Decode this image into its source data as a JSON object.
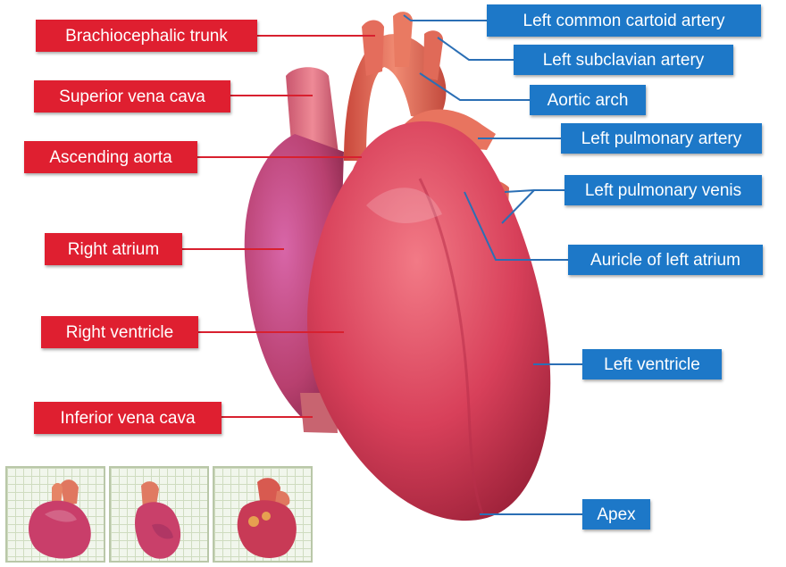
{
  "left_labels": {
    "brachiocephalic_trunk": "Brachiocephalic trunk",
    "superior_vena_cava": "Superior vena cava",
    "ascending_aorta": "Ascending aorta",
    "right_atrium": "Right atrium",
    "right_ventricle": "Right ventricle",
    "inferior_vena_cava": "Inferior vena cava"
  },
  "right_labels": {
    "left_common_carotid_artery": "Left common cartoid artery",
    "left_subclavian_artery": "Left subclavian artery",
    "aortic_arch": "Aortic arch",
    "left_pulmonary_artery": "Left pulmonary artery",
    "left_pulmonary_veins": "Left pulmonary venis",
    "auricle_of_left_atrium": "Auricle of left atrium",
    "left_ventricle": "Left ventricle",
    "apex": "Apex"
  },
  "colors": {
    "left_label_bg": "#df1f30",
    "right_label_bg": "#1d78c8",
    "left_leader": "#d8202f",
    "right_leader": "#2b6fb5",
    "heart_base": "#d9405a",
    "heart_shadow": "#9c2238",
    "vessel": "#e0604f"
  }
}
